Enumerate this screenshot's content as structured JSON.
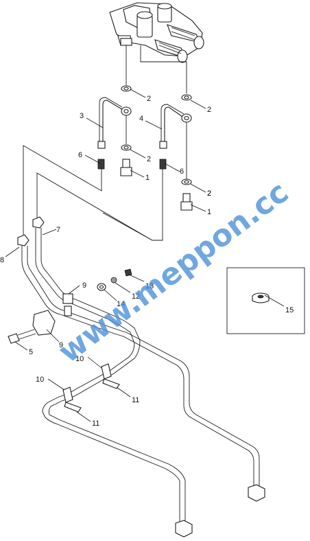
{
  "watermark": "www.meppon.cc",
  "callouts": [
    {
      "id": "c2a",
      "text": "2"
    },
    {
      "id": "c2b",
      "text": "2"
    },
    {
      "id": "c3",
      "text": "3"
    },
    {
      "id": "c4",
      "text": "4"
    },
    {
      "id": "c2c",
      "text": "2"
    },
    {
      "id": "c6a",
      "text": "6"
    },
    {
      "id": "c2d",
      "text": "2"
    },
    {
      "id": "c1a",
      "text": "1"
    },
    {
      "id": "c6b",
      "text": "6"
    },
    {
      "id": "c2e",
      "text": "2"
    },
    {
      "id": "c1b",
      "text": "1"
    },
    {
      "id": "c7",
      "text": "7"
    },
    {
      "id": "c8",
      "text": "8"
    },
    {
      "id": "c9a",
      "text": "9"
    },
    {
      "id": "c13",
      "text": "13"
    },
    {
      "id": "c12",
      "text": "12"
    },
    {
      "id": "c14",
      "text": "14"
    },
    {
      "id": "c5",
      "text": "5"
    },
    {
      "id": "c9b",
      "text": "9"
    },
    {
      "id": "c10a",
      "text": "10"
    },
    {
      "id": "c10b",
      "text": "10"
    },
    {
      "id": "c11a",
      "text": "11"
    },
    {
      "id": "c11b",
      "text": "11"
    },
    {
      "id": "c15",
      "text": "15"
    }
  ]
}
